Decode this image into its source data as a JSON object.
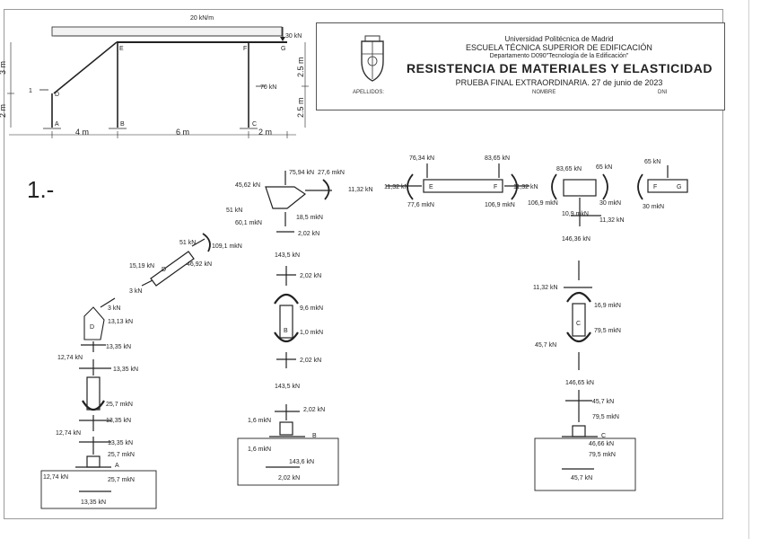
{
  "header": {
    "university": "Universidad Politécnica de Madrid",
    "school": "ESCUELA TÉCNICA SUPERIOR DE EDIFICACIÓN",
    "department": "Departamento D090\"Tecnología de la Edificación\"",
    "course": "RESISTENCIA DE MATERIALES Y ELASTICIDAD",
    "exam": "PRUEBA FINAL EXTRAORDINARIA. 27 de junio de 2023",
    "field_surname": "APELLIDOS:",
    "field_name": "NOMBRE",
    "field_dni": "DNI"
  },
  "question_number": "1.-",
  "structure": {
    "load_distributed": "20 kN/m",
    "load_point_g": "30 kN",
    "load_column_f": "70 kN",
    "load_point_d": "1",
    "dim_left_1": "3 m",
    "dim_left_2": "2 m",
    "dim_right_1": "2.5 m",
    "dim_right_2": "2.5 m",
    "dim_bottom_1": "4 m",
    "dim_bottom_2": "6 m",
    "dim_bottom_3": "2 m",
    "nodes": [
      "A",
      "B",
      "C",
      "D",
      "E",
      "F",
      "G"
    ]
  },
  "fbd": {
    "seg_a_labels": [
      "13,35 kN",
      "12,74 kN",
      "13,35 kN",
      "25,7 mkN",
      "13,35 kN",
      "12,74 kN"
    ],
    "support_a_labels": [
      "13,35 kN",
      "25,7 mkN",
      "12,74 kN",
      "25,7 mkN",
      "13,35 kN",
      "A"
    ],
    "node_d_labels": [
      "3 kN",
      "13,13 kN",
      "D"
    ],
    "seg_de_labels": [
      "15,19 kN",
      "51 kN",
      "109,1 mkN",
      "46,92 kN",
      "3 kN",
      "D"
    ],
    "node_e_labels": [
      "75,94 kN",
      "45,62 kN",
      "27,6 mkN",
      "11,32 kN",
      "51 kN",
      "60,1 mkN",
      "18,5 mkN",
      "2,02 kN",
      "143,5 kN"
    ],
    "seg_b_labels": [
      "2,02 kN",
      "9,6 mkN",
      "1,0 mkN",
      "2,02 kN",
      "143,5 kN",
      "B"
    ],
    "support_b_labels": [
      "2,02 kN",
      "1,6 mkN",
      "1,6 mkN",
      "143,6 kN",
      "2,02 kN",
      "B"
    ],
    "beam_ef_labels": [
      "76,34 kN",
      "83,65 kN",
      "11,32 kN",
      "77,6 mkN",
      "106,9 mkN",
      "11,32 kN",
      "E",
      "F"
    ],
    "node_f_labels": [
      "83,65 kN",
      "65 kN",
      "106,9 mkN",
      "30 mkN",
      "10,9 mkN",
      "11,32 kN",
      "146,36 kN"
    ],
    "seg_fg_labels": [
      "65 kN",
      "30 mkN",
      "F",
      "G"
    ],
    "seg_c_labels": [
      "11,32 kN",
      "16,9 mkN",
      "79,5 mkN",
      "45,7 kN",
      "146,65 kN",
      "C"
    ],
    "support_c_labels": [
      "45,7 kN",
      "79,5 mkN",
      "46,66 kN",
      "79,5 mkN",
      "45,7 kN",
      "C"
    ]
  }
}
